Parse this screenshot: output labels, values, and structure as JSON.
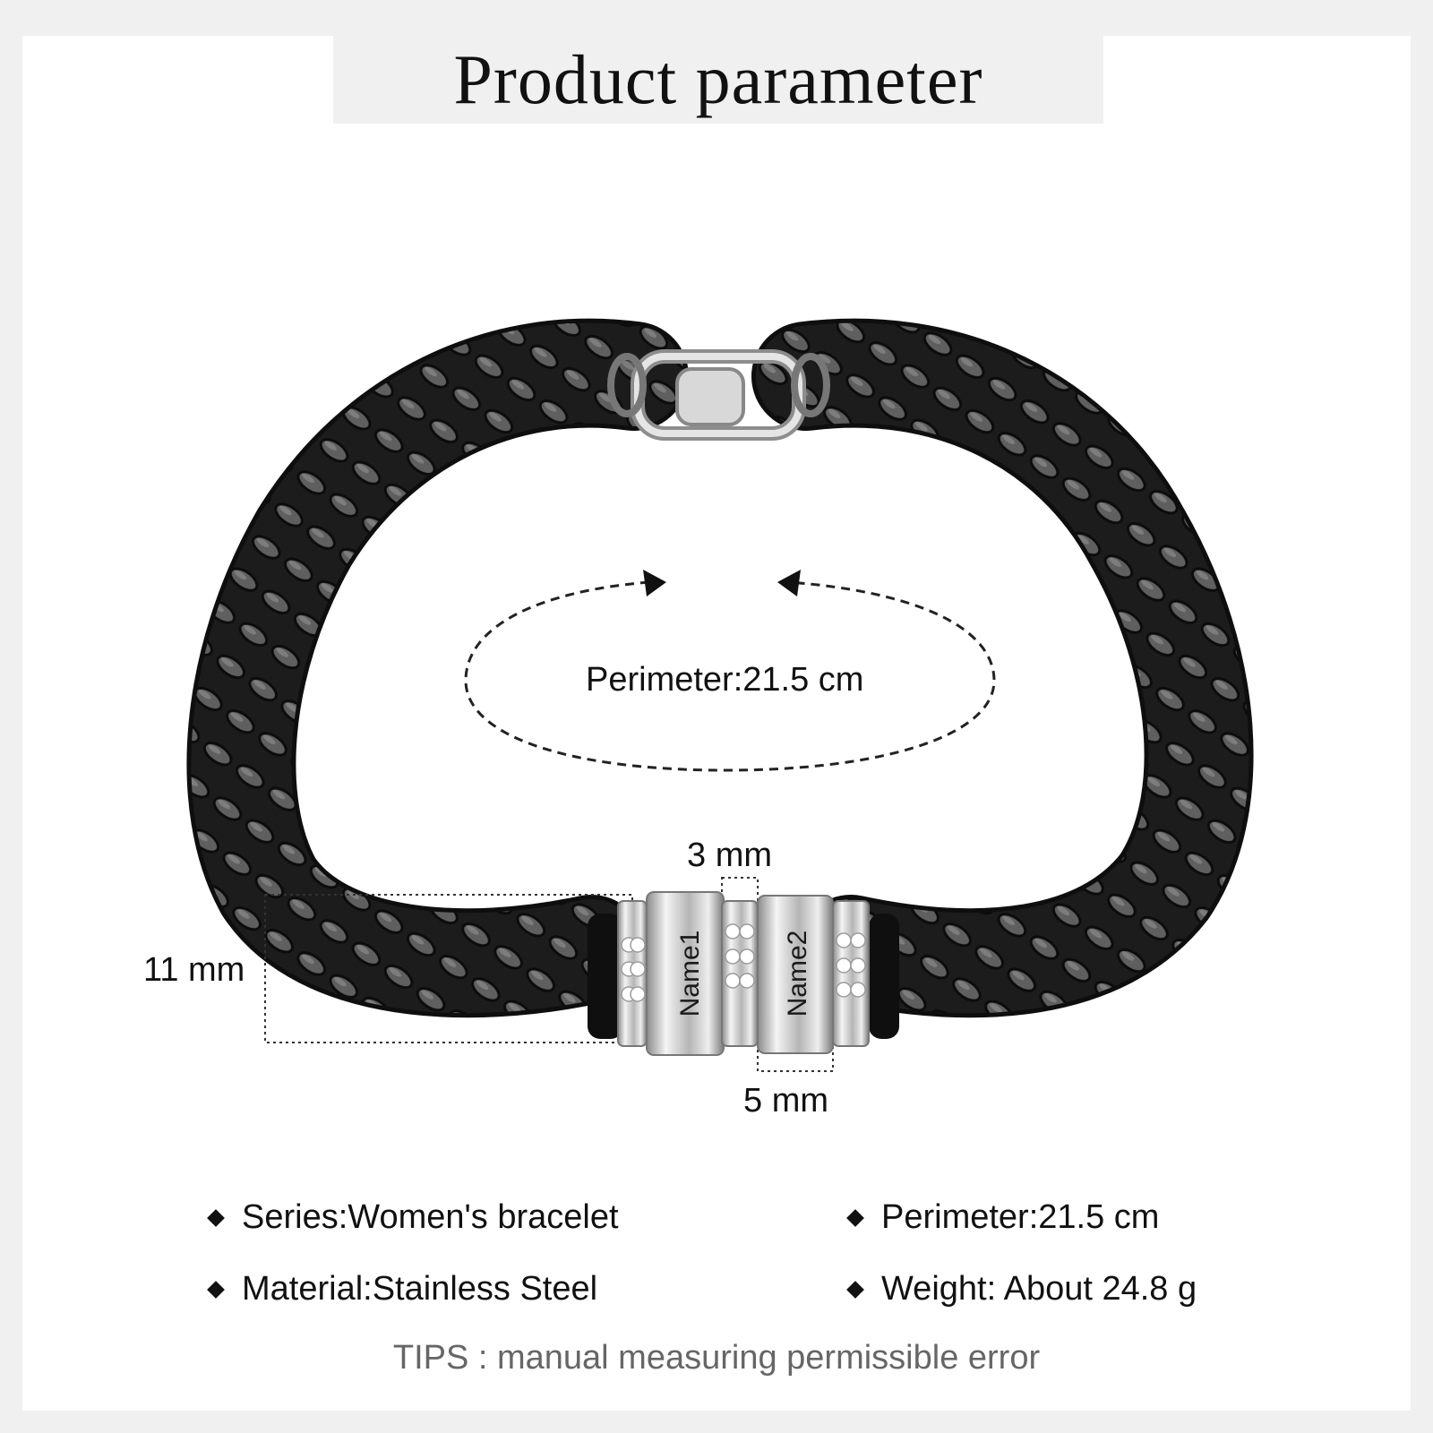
{
  "title": "Product parameter",
  "annotations": {
    "perimeter": "Perimeter:21.5 cm",
    "width_3mm": "3 mm",
    "width_11mm": "11 mm",
    "width_5mm": "5 mm",
    "bead1": "Name1",
    "bead2": "Name2"
  },
  "specs": {
    "series": "Series:Women's bracelet",
    "perimeter": "Perimeter:21.5 cm",
    "material": "Material:Stainless Steel",
    "weight": "Weight: About 24.8 g"
  },
  "tips": "TIPS : manual measuring permissible error",
  "colors": {
    "background": "#f0f0f0",
    "panel": "#ffffff",
    "chain": "#1c1c1c",
    "chain_highlight": "#6e6e6e",
    "steel": "#c8c8c8"
  },
  "icons": [
    "diamond-bullet-icon",
    "clasp-icon"
  ]
}
